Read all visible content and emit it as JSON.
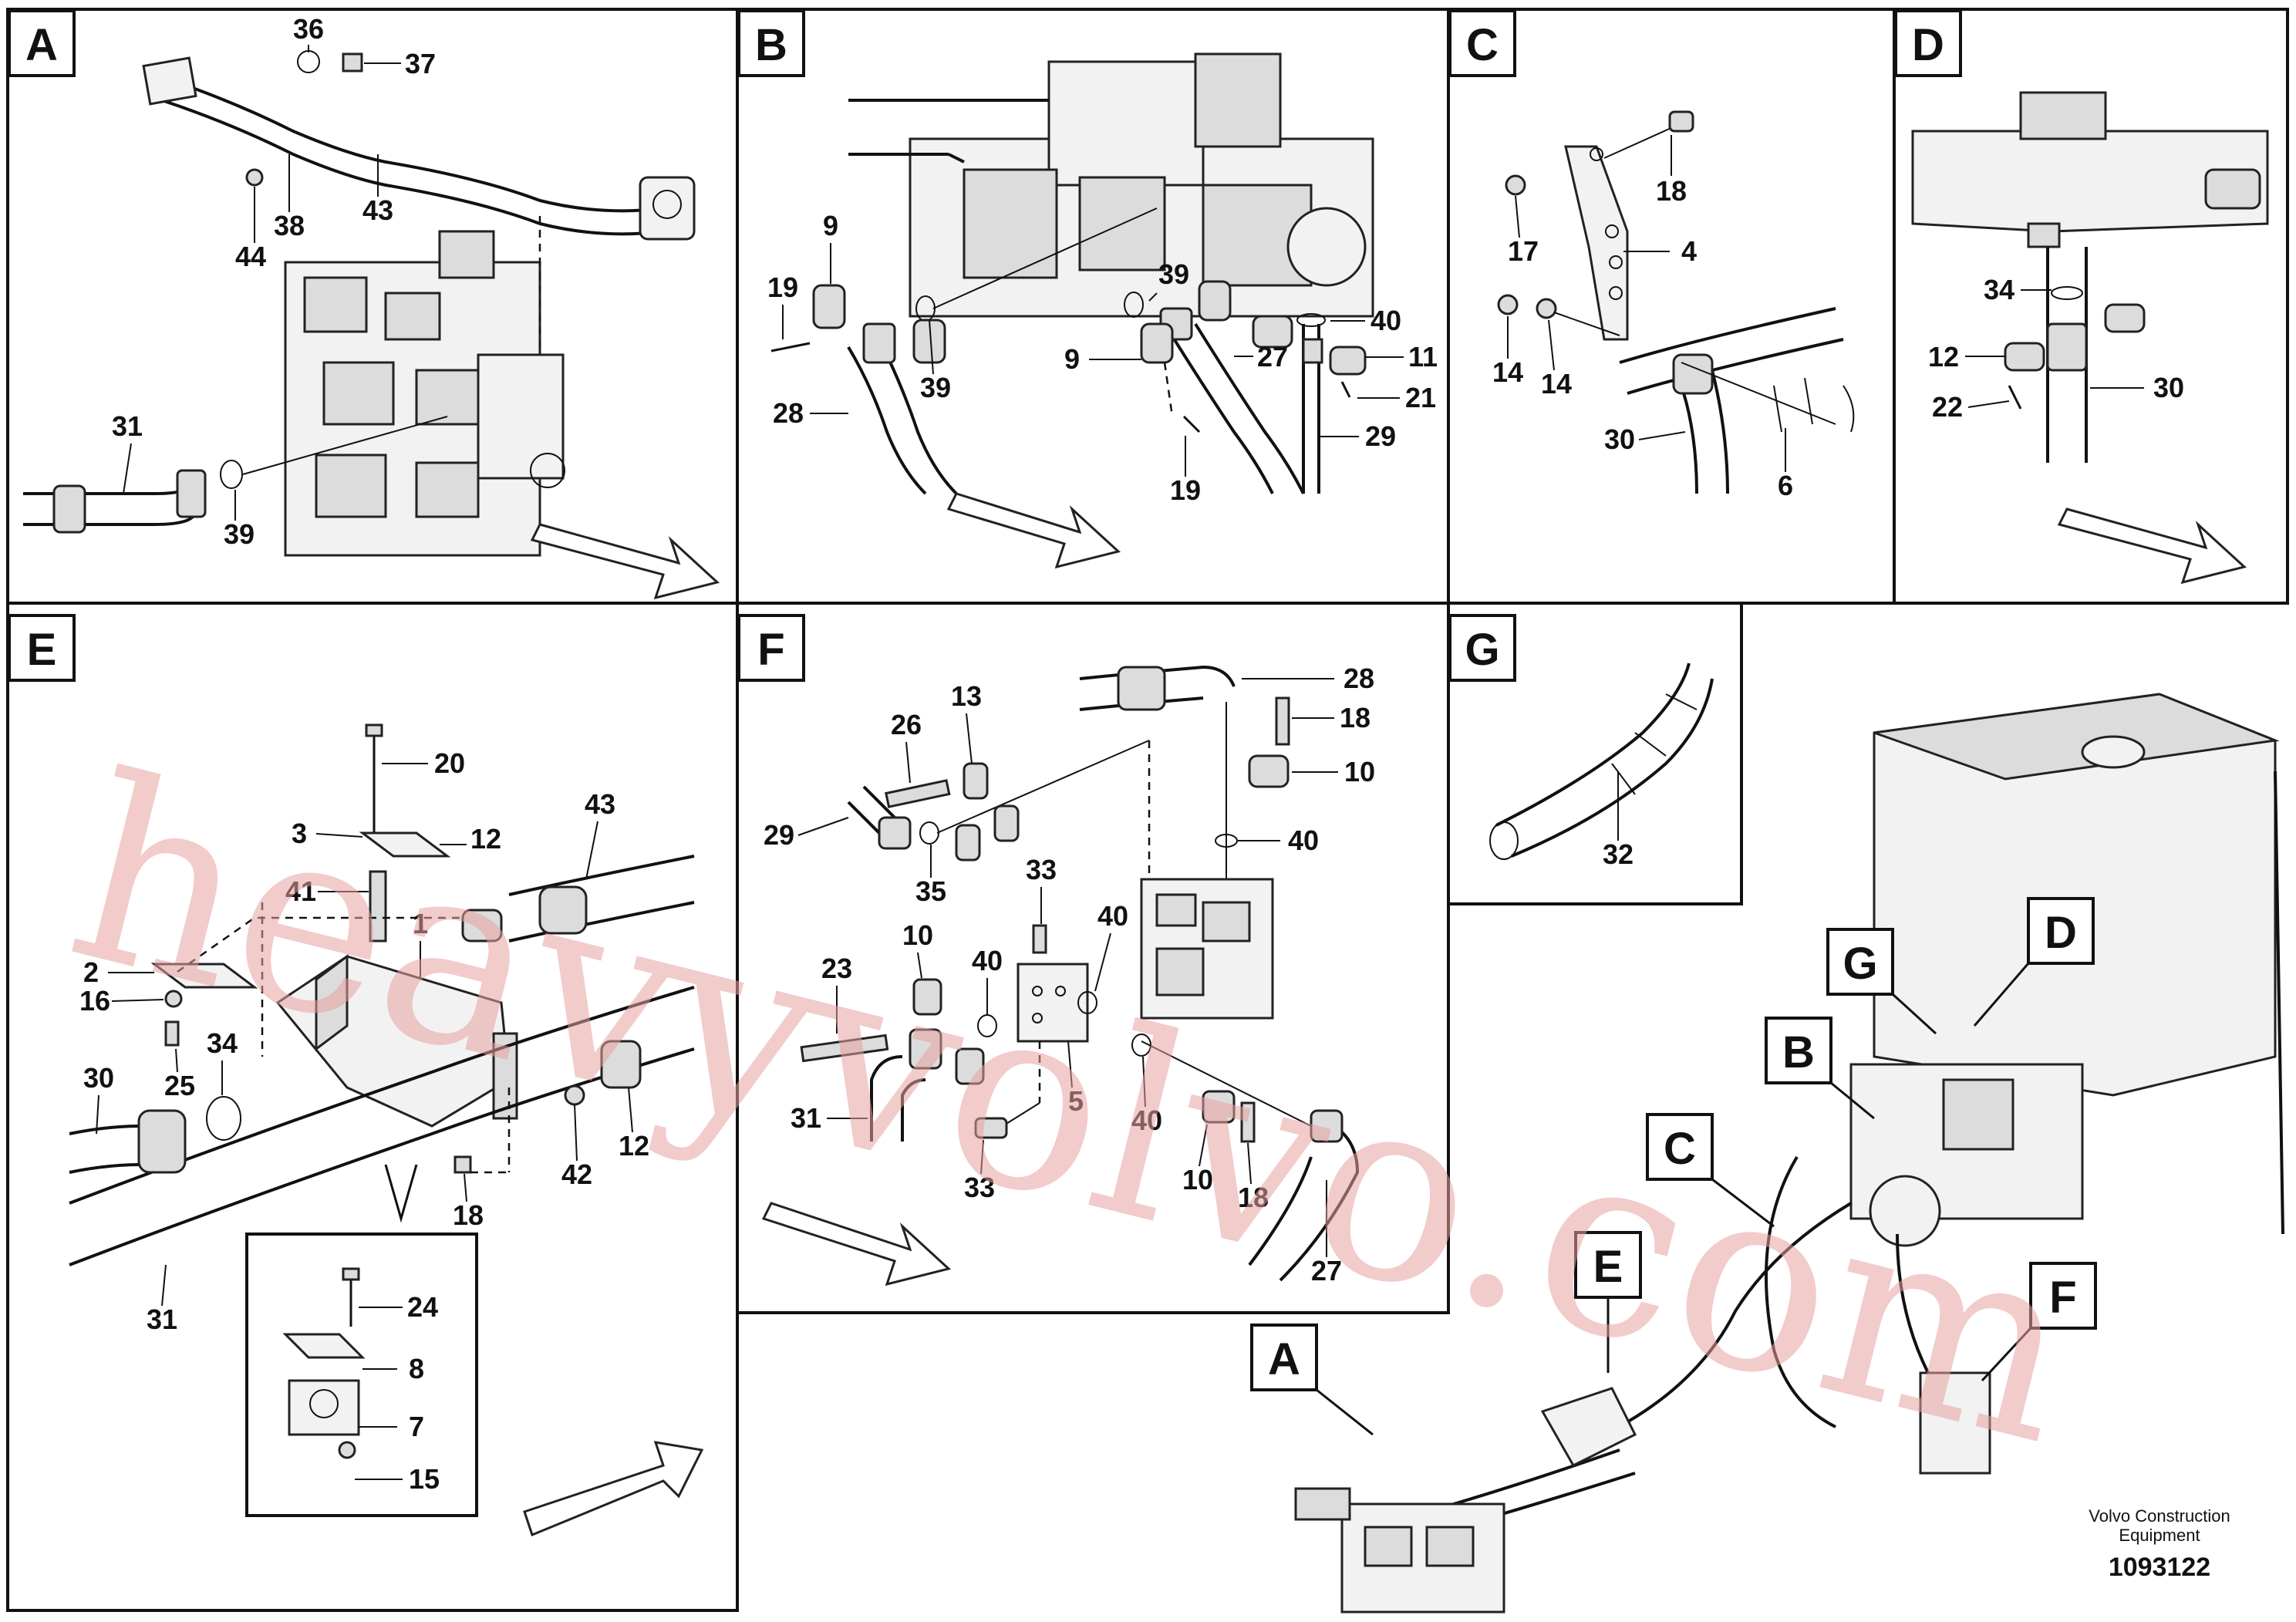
{
  "panels": {
    "A": {
      "letter": "A",
      "labels": [
        "36",
        "37",
        "44",
        "38",
        "43",
        "31",
        "39"
      ]
    },
    "B": {
      "letter": "B",
      "labels": [
        "9",
        "19",
        "39",
        "28",
        "9",
        "19",
        "39",
        "27",
        "40",
        "11",
        "21",
        "29"
      ]
    },
    "C": {
      "letter": "C",
      "labels": [
        "18",
        "17",
        "4",
        "14",
        "14",
        "30",
        "6"
      ]
    },
    "D": {
      "letter": "D",
      "labels": [
        "34",
        "12",
        "22",
        "30"
      ]
    },
    "E": {
      "letter": "E",
      "labels": [
        "20",
        "3",
        "12",
        "43",
        "41",
        "1",
        "2",
        "16",
        "25",
        "34",
        "30",
        "12",
        "42",
        "18",
        "31",
        "24",
        "8",
        "7",
        "15"
      ]
    },
    "F": {
      "letter": "F",
      "labels": [
        "28",
        "13",
        "26",
        "18",
        "10",
        "29",
        "40",
        "35",
        "33",
        "40",
        "10",
        "23",
        "40",
        "5",
        "31",
        "33",
        "40",
        "10",
        "18",
        "27"
      ]
    },
    "G": {
      "letter": "G",
      "labels": [
        "32"
      ]
    }
  },
  "overview_callouts": [
    "A",
    "B",
    "C",
    "D",
    "E",
    "F",
    "G"
  ],
  "watermark": "heavyvolvo.com",
  "credit": {
    "line1": "Volvo Construction",
    "line2": "Equipment",
    "doc_number": "1093122"
  }
}
